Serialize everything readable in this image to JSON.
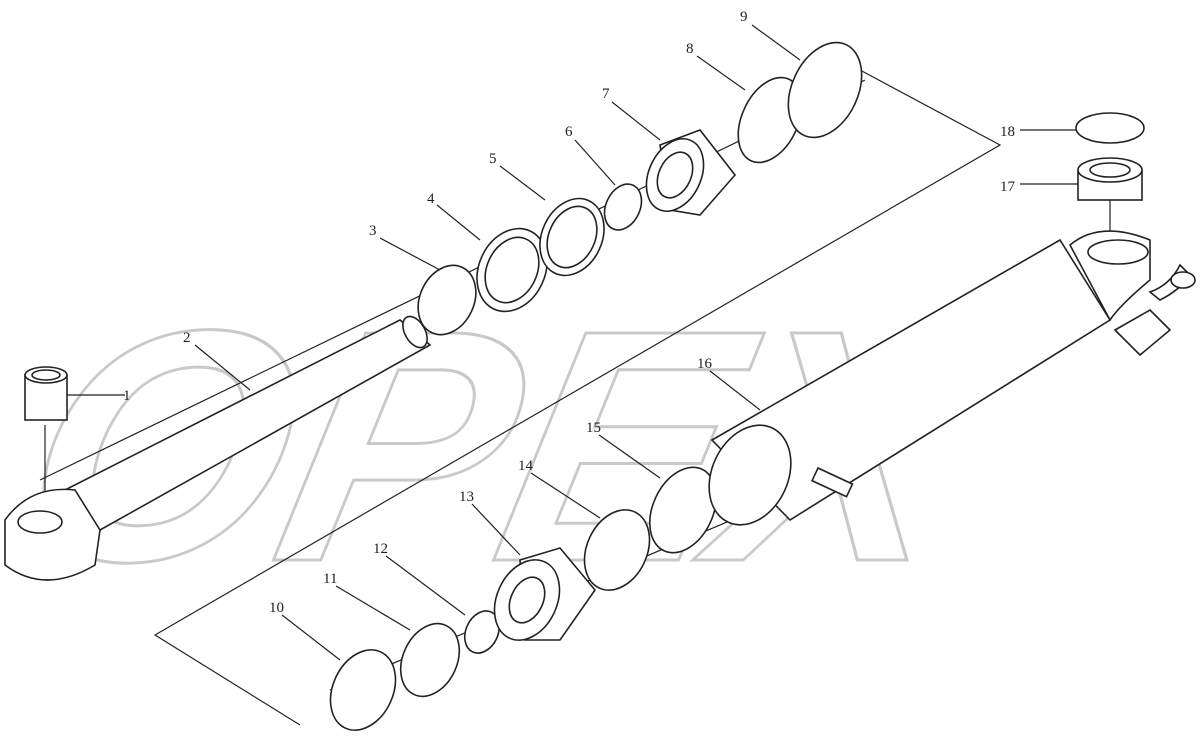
{
  "watermark": "OPEX",
  "callouts": [
    "1",
    "2",
    "3",
    "4",
    "5",
    "6",
    "7",
    "8",
    "9",
    "10",
    "11",
    "12",
    "13",
    "14",
    "15",
    "16",
    "17",
    "18"
  ]
}
